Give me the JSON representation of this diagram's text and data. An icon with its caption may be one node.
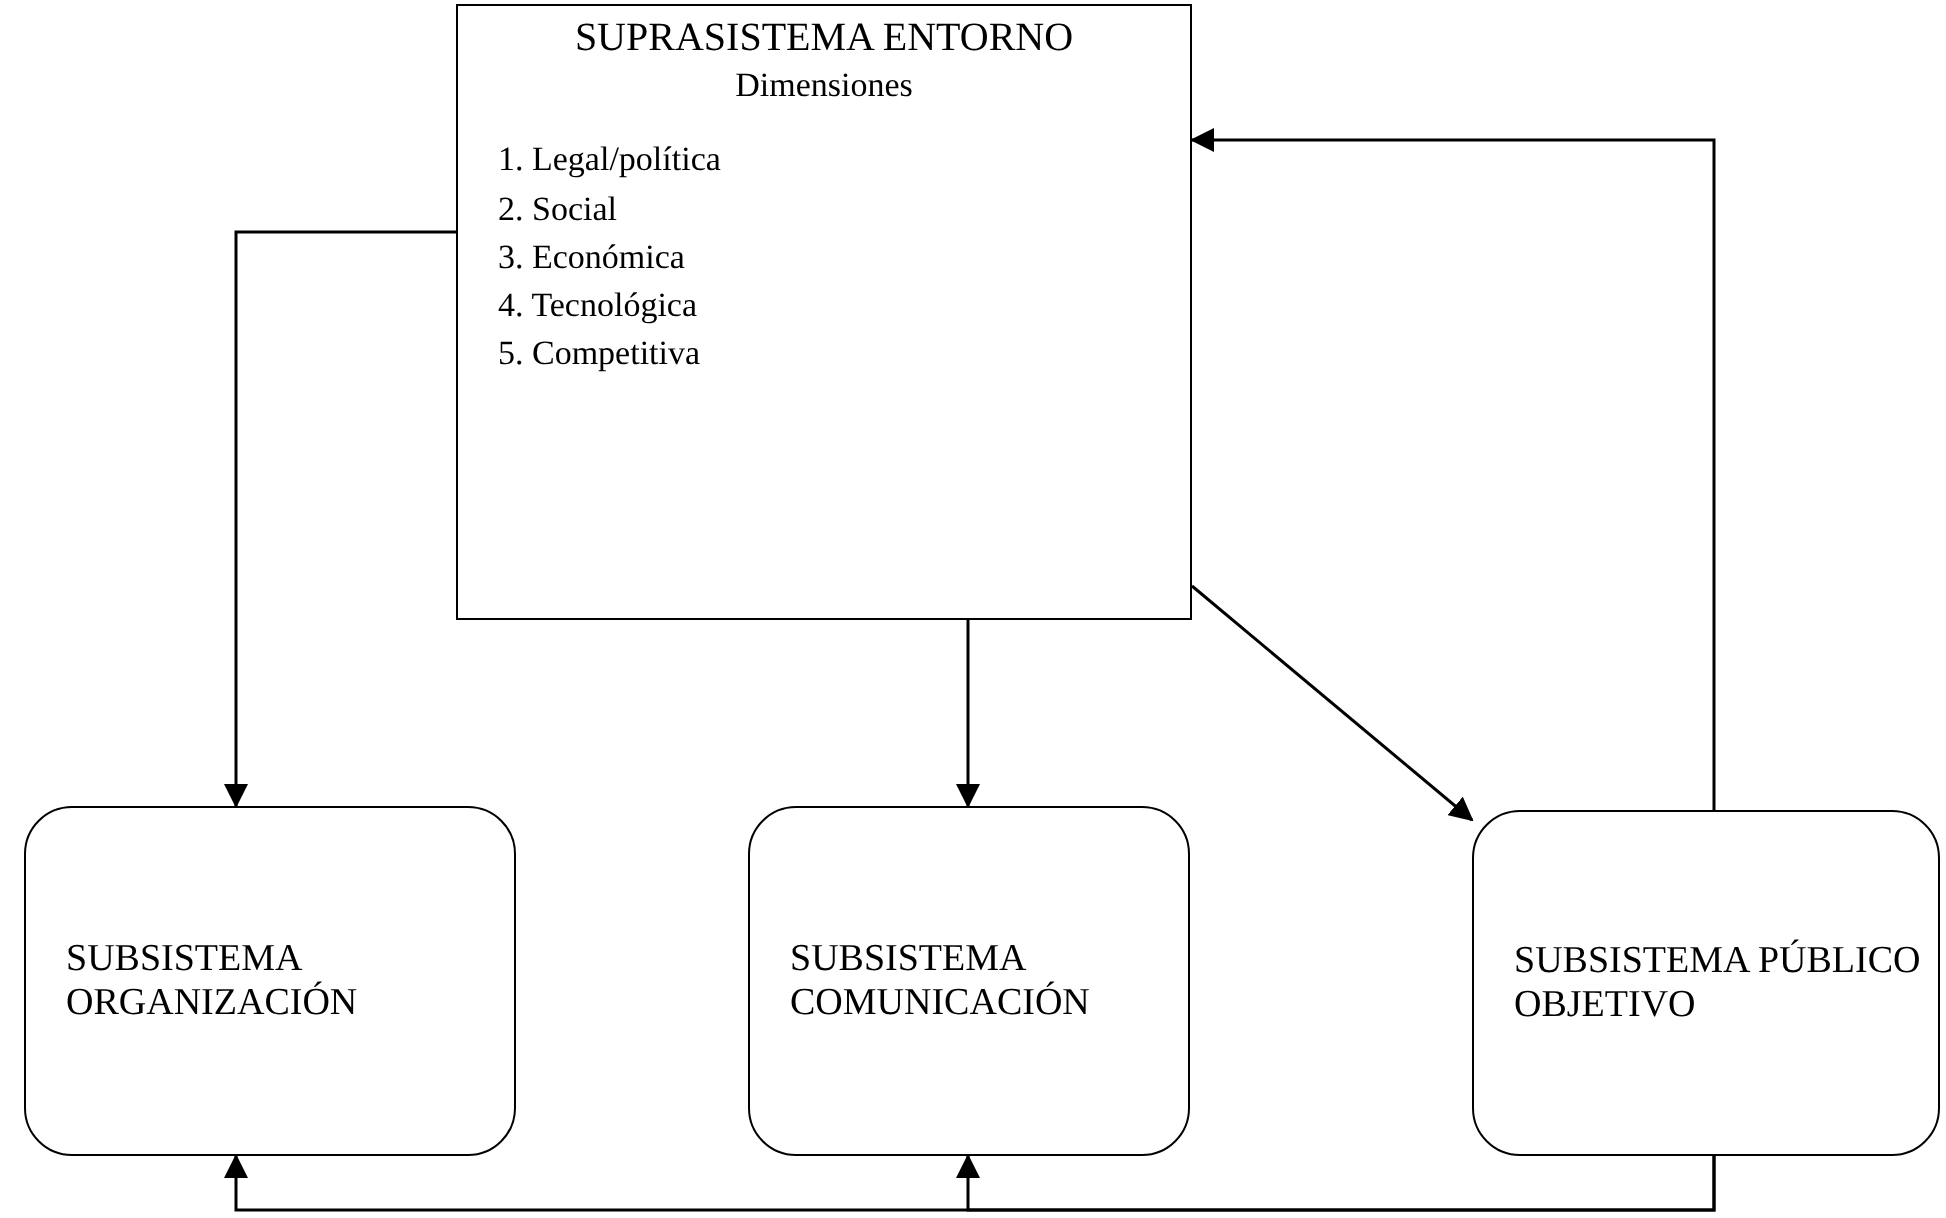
{
  "diagram": {
    "nodes": [
      {
        "text": [
          "SUPRASISTEMA ENTORNO",
          "Dimensiones",
          "1. Legal/política",
          "2. Social",
          "3. Económica",
          "4. Tecnológica",
          "5. Competitiva"
        ]
      },
      {
        "text": [
          "SUBSISTEMA ORGANIZACIÓN"
        ]
      },
      {
        "text": [
          "SUBSISTEMA COMUNICACIÓN"
        ]
      },
      {
        "text": [
          "SUBSISTEMA PÚBLICO OBJETIVO"
        ]
      }
    ],
    "edges": [
      {
        "from": 0,
        "to": 1,
        "arrow": "to"
      },
      {
        "from": 0,
        "to": 2,
        "arrow": "to"
      },
      {
        "from": 0,
        "to": 3,
        "arrow": "to"
      },
      {
        "from": 3,
        "to": 0,
        "arrow": "to"
      },
      {
        "from": 3,
        "to": 1,
        "arrow": "to"
      },
      {
        "from": 3,
        "to": 2,
        "arrow": "to"
      }
    ]
  }
}
